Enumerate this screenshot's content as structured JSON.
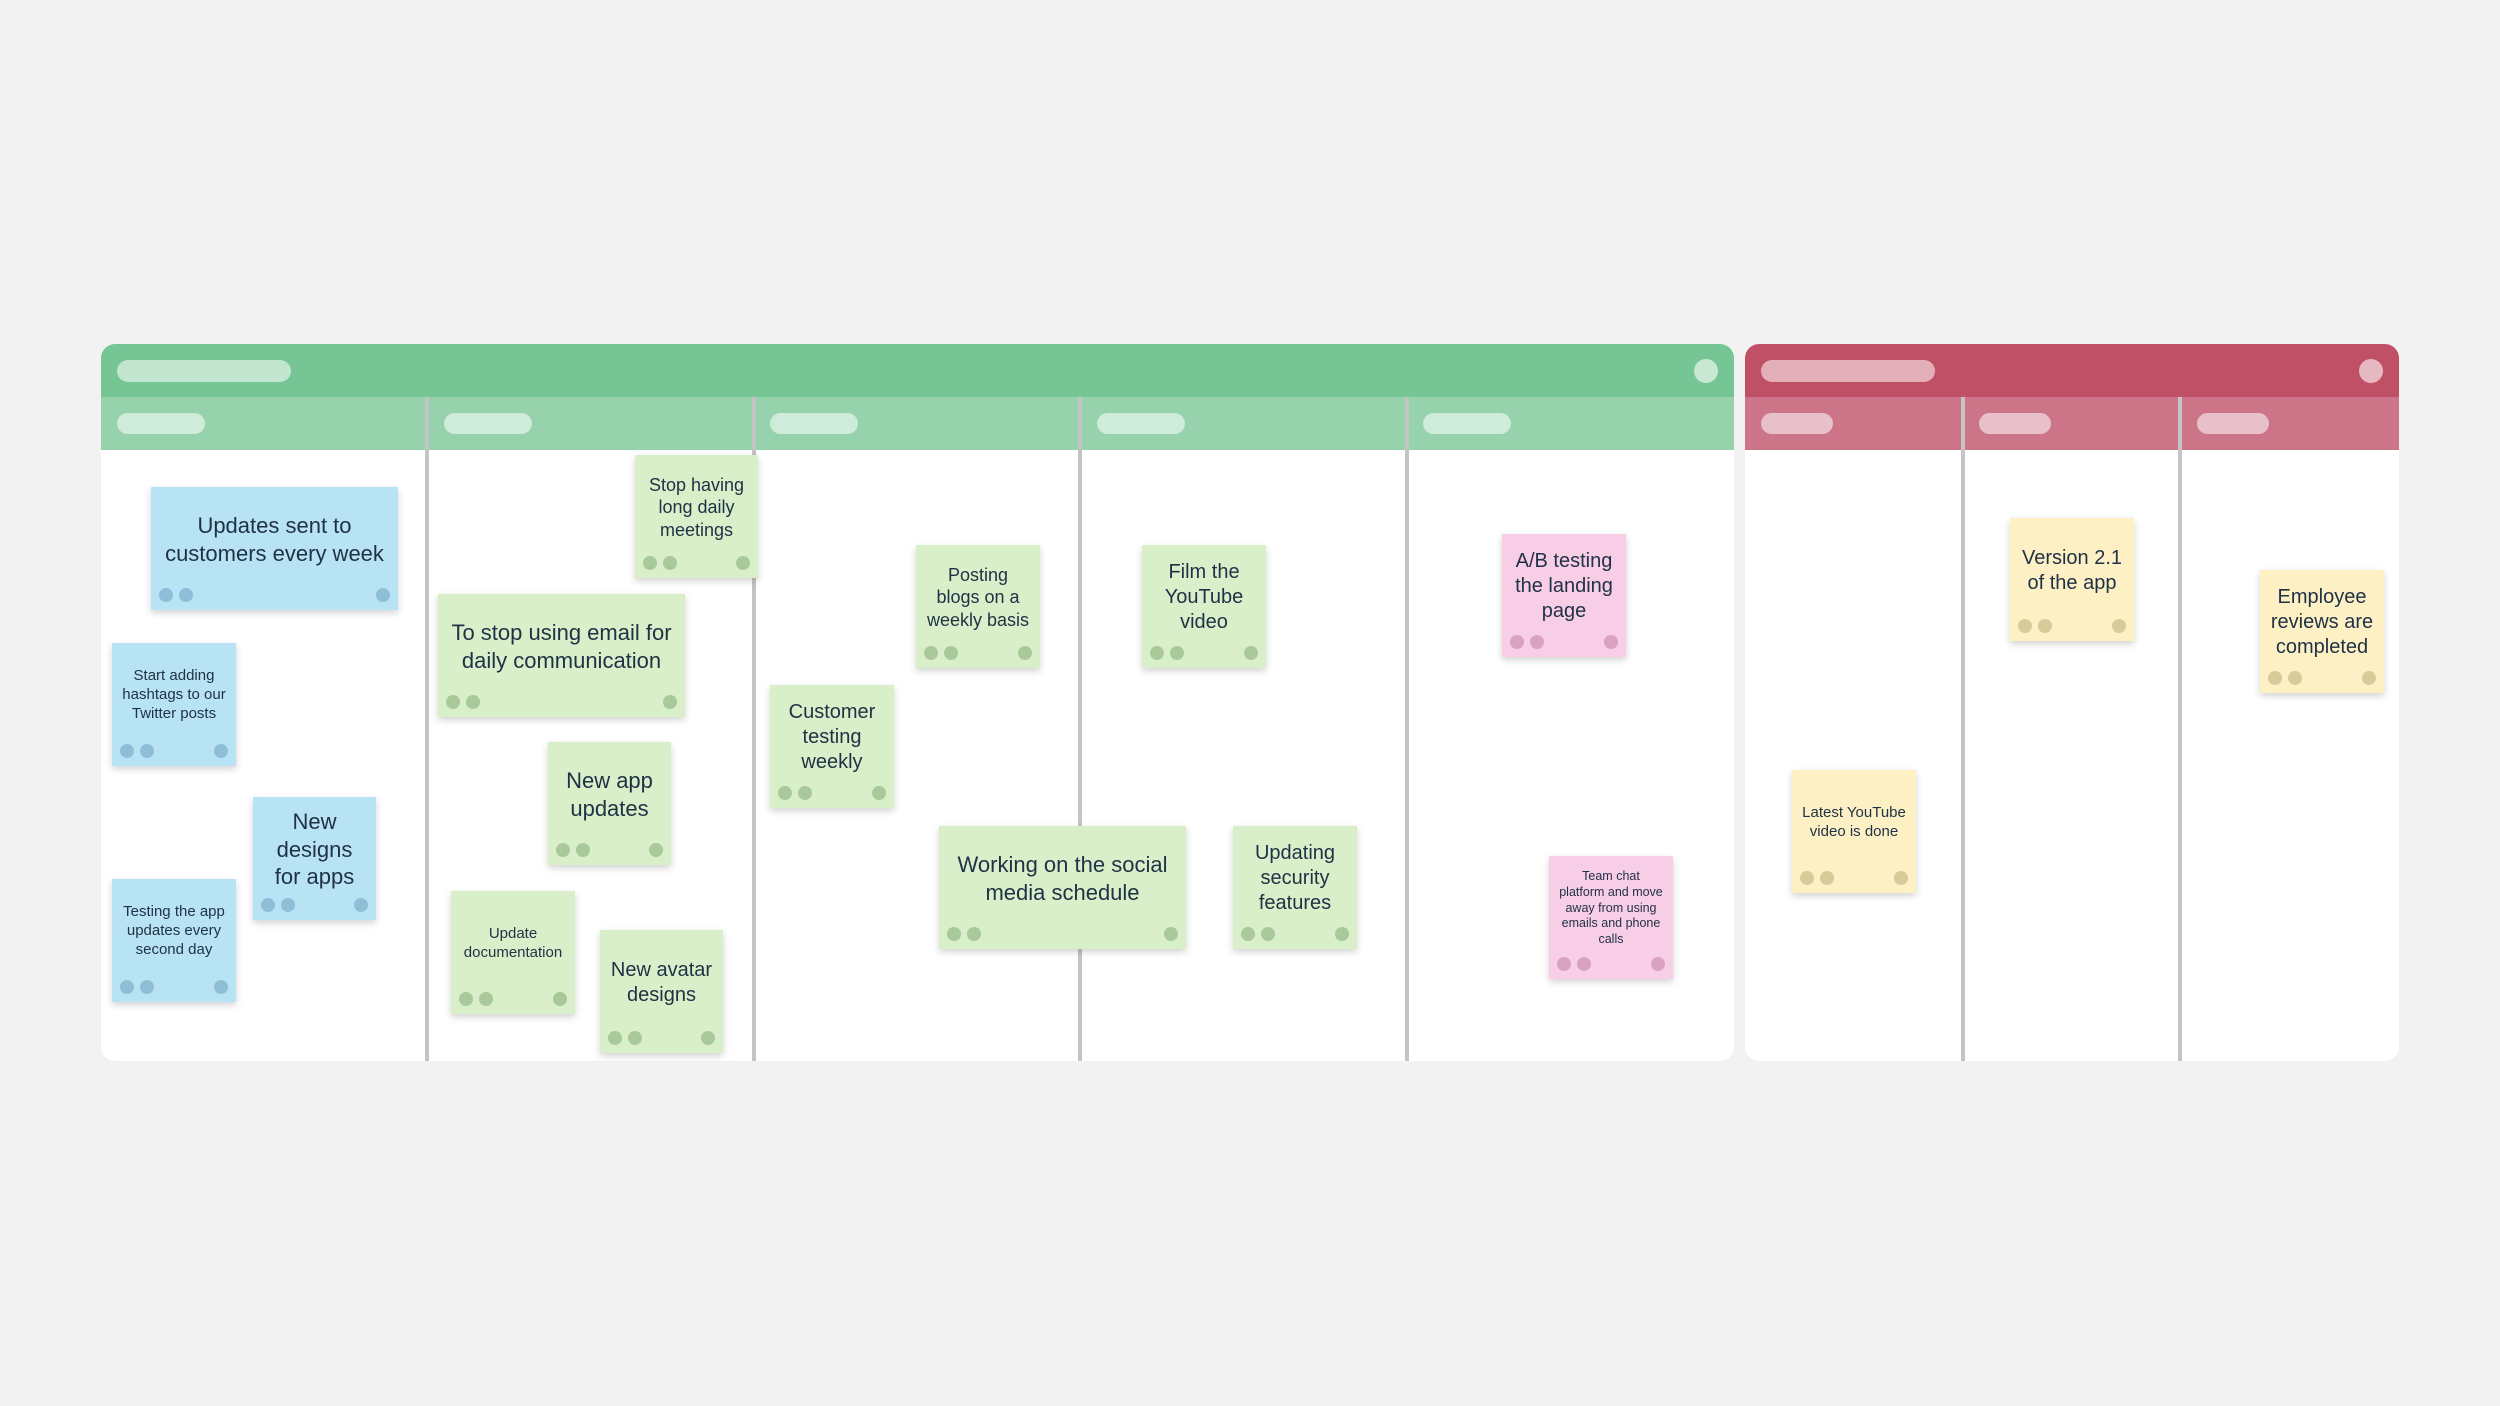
{
  "boards": [
    {
      "name": "",
      "color": "#75c595"
    },
    {
      "name": "",
      "color": "#c05066"
    }
  ],
  "colors": {
    "blue_note": "#b8e3f4",
    "green_note": "#d9efc9",
    "pink_note": "#f8cde6",
    "yellow_note": "#fdf0c5"
  },
  "notes": {
    "n1": "Updates sent to customers every week",
    "n2": "Start adding hashtags to our Twitter posts",
    "n3": "New designs for apps",
    "n4": "Testing the app updates every second day",
    "n5": "Stop having long daily meetings",
    "n6": "To stop using email for daily communication",
    "n7": "New app updates",
    "n8": "Update documentation",
    "n9": "New avatar designs",
    "n10": "Posting blogs on a weekly basis",
    "n11": "Customer testing weekly",
    "n12": "Working on the social media schedule",
    "n13": "Film the YouTube video",
    "n14": "Updating security features",
    "n15": "A/B testing the landing page",
    "n16": "Team chat platform and move away from using emails and phone calls",
    "n17": "Latest YouTube video is done",
    "n18": "Version 2.1 of the app",
    "n19": "Employee reviews are completed"
  }
}
